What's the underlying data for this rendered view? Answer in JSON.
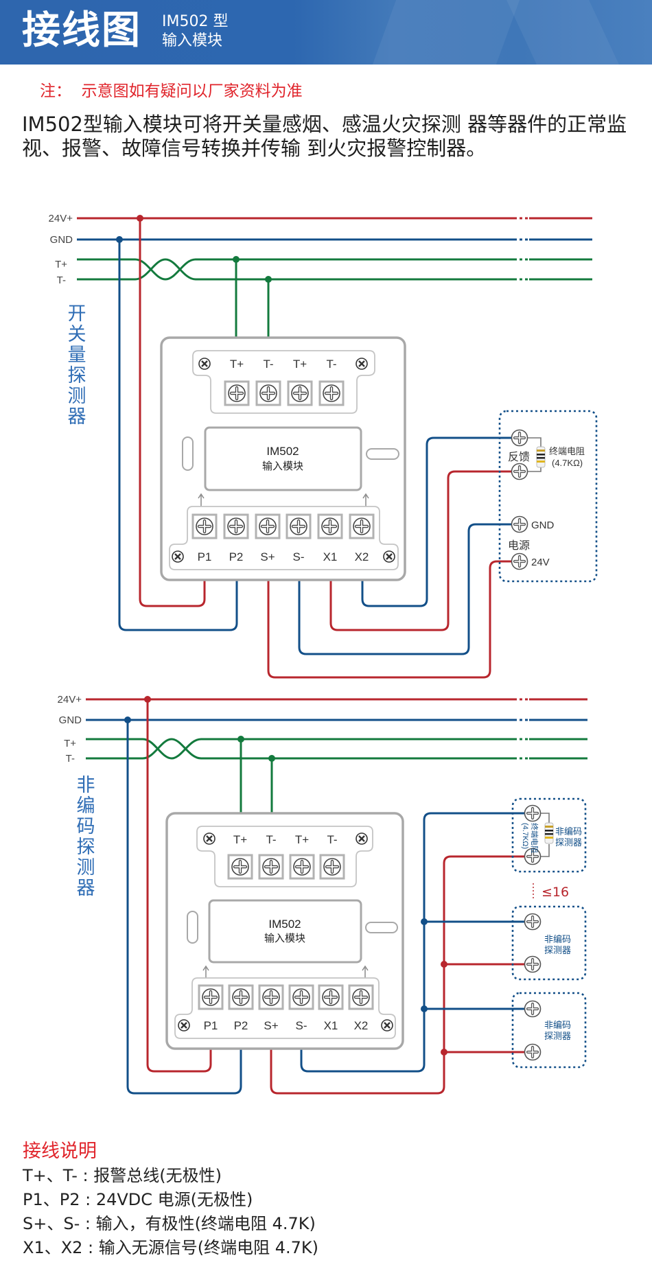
{
  "header": {
    "title": "接线图",
    "subtitle_line1": "IM502 型",
    "subtitle_line2": "输入模块"
  },
  "note": "注：  示意图如有疑问以厂家资料为准",
  "description": "IM502型输入模块可将开关量感烟、感温火灾探测 器等器件的正常监视、报警、故障信号转换并传输 到火灾报警控制器。",
  "colors": {
    "power_24v": "#b8262d",
    "gnd": "#124f88",
    "bus": "#137a3d",
    "module_outline": "#a8a8a8",
    "label_blue": "#2f6db5",
    "note_red": "#e0242b"
  },
  "bus_labels": [
    "24V+",
    "GND",
    "T+",
    "T-"
  ],
  "module": {
    "top_terminals": [
      "T+",
      "T-",
      "T+",
      "T-"
    ],
    "name": "IM502",
    "name_sub": "输入模块",
    "bottom_terminals": [
      "P1",
      "P2",
      "S+",
      "S-",
      "X1",
      "X2"
    ]
  },
  "diagram1": {
    "side_label": "开关量探测器",
    "feedback_label": "反馈",
    "resistor_label": "终端电阻",
    "resistor_value": "(4.7KΩ)",
    "power_label": "电源",
    "gnd_label": "GND",
    "v24_label": "24V"
  },
  "diagram2": {
    "side_label": "非编码探测器",
    "detector_label_1": "非编码",
    "detector_label_2": "探测器",
    "resistor_label": "终端电阻",
    "resistor_value": "(4.7KΩ)",
    "max_count": "≤16",
    "detector_count_shown": 3
  },
  "legend": {
    "title": "接线说明",
    "items": [
      "T+、T- : 报警总线(无极性)",
      "P1、P2 : 24VDC 电源(无极性)",
      "S+、S- : 输入，有极性(终端电阻 4.7K)",
      "X1、X2 : 输入无源信号(终端电阻 4.7K)"
    ]
  }
}
